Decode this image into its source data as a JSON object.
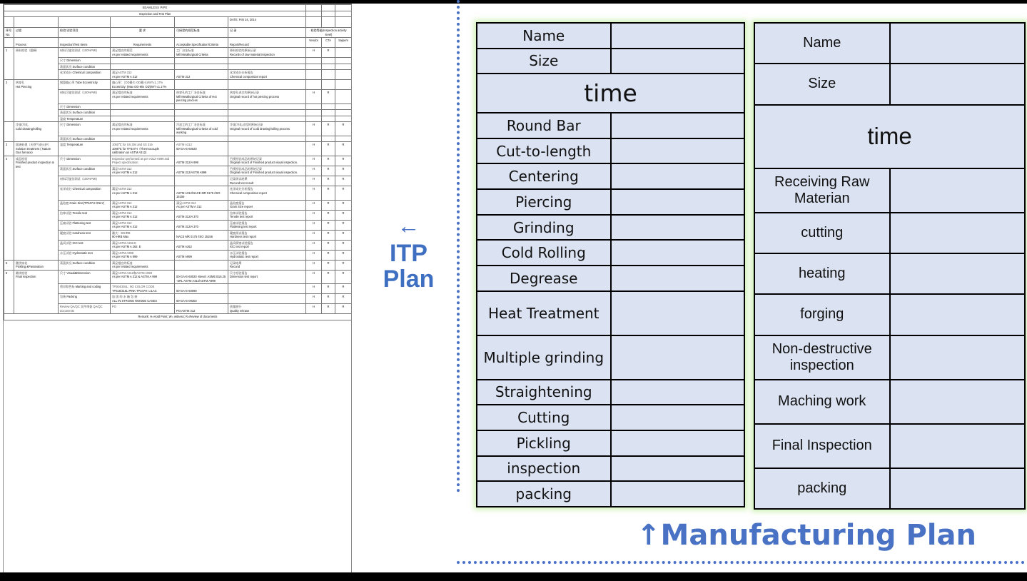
{
  "document": {
    "title_line1": "SEAMLESS PIPE",
    "title_line2": "Inspection and Test Plan",
    "date": "DATE: Feb 24, 2014",
    "remark": "Remark: H=Hold Point; W= witness; R=Review of documents",
    "headers": {
      "no_cn": "序号",
      "no_en": "No.",
      "process_cn": "过程",
      "process_en": "Process",
      "items_cn": "检验/试验项目",
      "items_en": "Inspection/Test Items",
      "req_cn": "要  求",
      "req_en": "Requirements",
      "spec_cn": "可接受的规范标准",
      "spec_en": "Acceptable Specification/Criteria",
      "record_cn": "记  录",
      "record_en": "Report/Record",
      "activity": "检验等级(Inspection activity level)",
      "vendor": "Vendor",
      "cta": "CTA",
      "saipem": "Saipem"
    },
    "rows": [
      {
        "no": "1",
        "process_cn": "原料检验（圆棒）",
        "process_en": "",
        "sub": [
          {
            "item_cn": "材料可鉴别测试（100%PMI)",
            "item_en": "",
            "req_cn": "满足相应的规范",
            "req_en": "As per related requirements",
            "spec_cn": "工厂冶金标准",
            "spec_en": "Mill Metallurgical Criteria",
            "rec_cn": "原料检验的原始记录",
            "rec_en": "Records of raw material inspection",
            "v": "H",
            "c": "R",
            "s": ""
          },
          {
            "item_cn": "尺寸",
            "item_en": "Dimension",
            "req_cn": "",
            "req_en": "",
            "spec_cn": "",
            "spec_en": "",
            "rec_cn": "",
            "rec_en": "",
            "v": "",
            "c": "",
            "s": ""
          },
          {
            "item_cn": "表面状况",
            "item_en": "Surface condition",
            "req_cn": "",
            "req_en": "",
            "spec_cn": "",
            "spec_en": "",
            "rec_cn": "",
            "rec_en": "",
            "v": "",
            "c": "",
            "s": ""
          },
          {
            "item_cn": "化学成分",
            "item_en": "Chemical composition",
            "req_cn": "满足ASTM 312",
            "req_en": "As per ASTM A 312",
            "spec_cn": "",
            "spec_en": "ASTM 312",
            "rec_cn": "化学成分分析报告",
            "rec_en": "Chemical composition report",
            "v": "",
            "c": "",
            "s": ""
          }
        ]
      },
      {
        "no": "2",
        "process_cn": "热穿孔",
        "process_en": "Hot Piercing",
        "sub": [
          {
            "item_cn": "钢管偏心率",
            "item_en": "Tube Eccentricity",
            "req_cn": "偏心率：（OD最大-OD最小)/WT≤1.17%",
            "req_en": "Eccetricity: (Max OD-Min OD)/WT ≤1.17%",
            "spec_cn": "",
            "spec_en": "",
            "rec_cn": "",
            "rec_en": "",
            "v": "",
            "c": "",
            "s": ""
          },
          {
            "item_cn": "材料可鉴别测试（100%PMI)",
            "item_en": "",
            "req_cn": "满足相应的标准",
            "req_en": "As per related requirements",
            "spec_cn": "热穿孔的工厂冶金标准",
            "spec_en": "Mill Metallurgical Criteria of Hot piercing process",
            "rec_cn": "热穿孔进次的原始记录",
            "rec_en": "Original record of hot piercing process",
            "v": "H",
            "c": "R",
            "s": ""
          },
          {
            "item_cn": "尺寸",
            "item_en": "Dimension",
            "req_cn": "",
            "req_en": "",
            "spec_cn": "",
            "spec_en": "",
            "rec_cn": "",
            "rec_en": "",
            "v": "",
            "c": "",
            "s": ""
          },
          {
            "item_cn": "表面状况",
            "item_en": "Surface condition",
            "req_cn": "",
            "req_en": "",
            "spec_cn": "",
            "spec_en": "",
            "rec_cn": "",
            "rec_en": "",
            "v": "",
            "c": "",
            "s": ""
          },
          {
            "item_cn": "温度",
            "item_en": "Temperature",
            "req_cn": "",
            "req_en": "",
            "spec_cn": "",
            "spec_en": "",
            "rec_cn": "",
            "rec_en": "",
            "v": "",
            "c": "",
            "s": ""
          }
        ]
      },
      {
        "no": "",
        "process_cn": "冷拔/冷轧",
        "process_en": "Cold drawing/rolling",
        "sub": [
          {
            "item_cn": "尺寸",
            "item_en": "Dimension",
            "req_cn": "满足相应的标准",
            "req_en": "As per related requirements",
            "spec_cn": "冷加工的工厂冶金标准",
            "spec_en": "Mill Metallurgical Criteria of cold working",
            "rec_cn": "冷拔/冷轧过程的原始记录",
            "rec_en": "Original record of Cold drawing/rolling process",
            "v": "H",
            "c": "R",
            "s": "R"
          },
          {
            "item_cn": "表面状况",
            "item_en": "Surface condition",
            "req_cn": "",
            "req_en": "",
            "spec_cn": "",
            "spec_en": "",
            "rec_cn": "",
            "rec_en": "",
            "v": "",
            "c": "",
            "s": ""
          }
        ]
      },
      {
        "no": "3",
        "process_cn": "固溶处理（天然气退火炉）",
        "process_en": "Solution treatment ( Nature Gas furnace)",
        "sub": [
          {
            "item_cn": "温度",
            "item_en": "Temperature",
            "req_cn": "1050℃ for SS 304 and SS 316",
            "req_en": "1095℃ for TP347H（Thermocouple calibration as ASTM A312)",
            "spec_cn": "ASTM A312",
            "spec_en": "00-GA-E-60020",
            "rec_cn": "",
            "rec_en": "",
            "v": "H",
            "c": "R",
            "s": "R"
          }
        ]
      },
      {
        "no": "4",
        "process_cn": "成品检验",
        "process_en": "Finished product inspection & test",
        "sub": [
          {
            "item_cn": "尺寸",
            "item_en": "Dimension",
            "req_cn": "Inspection performed as per A312-A999 and Project specification.",
            "req_en": "",
            "spec_cn": "",
            "spec_en": "ASTM 312/A 999",
            "rec_cn": "目视检验成品的原始记录",
            "rec_en": "Original record of Finished product visual inspection.",
            "v": "H",
            "c": "R",
            "s": "R"
          },
          {
            "item_cn": "表面状况",
            "item_en": "Surface condition",
            "req_cn": "满足ASTM 312",
            "req_en": "As per ASTM A 312",
            "spec_cn": "",
            "spec_en": "ASTM 312/ASTM A999",
            "rec_cn": "目视检验成品的原始记录",
            "rec_en": "Original record of Finished product visual inspection.",
            "v": "H",
            "c": "R",
            "s": "R"
          },
          {
            "item_cn": "材料可鉴别测试（100%PMI)",
            "item_en": "",
            "req_cn": "",
            "req_en": "",
            "spec_cn": "",
            "spec_en": "",
            "rec_cn": "记录测试结果",
            "rec_en": "Recond test result",
            "v": "H",
            "c": "R",
            "s": "R"
          },
          {
            "item_cn": "化学成分",
            "item_en": "Chemical composition",
            "req_cn": "满足ASTM 312",
            "req_en": "As per ASTM A 312",
            "spec_cn": "",
            "spec_en": "ASTM A312/NACE MR 0175 /ISO 15156",
            "rec_cn": "化学成分分析报告",
            "rec_en": "Chemical composition report",
            "v": "H",
            "c": "R",
            "s": "R"
          },
          {
            "item_cn": "晶粒度",
            "item_en": "Grain Size(TP347H ONLY)",
            "req_cn": "满足ASTM 312",
            "req_en": "As per ASTM A 312",
            "spec_cn": "满足ASTM 312",
            "spec_en": "As per ASTM A 312",
            "rec_cn": "晶粒度报告",
            "rec_en": "Grain Size repoet",
            "v": "H",
            "c": "R",
            "s": "R"
          },
          {
            "item_cn": "拉伸试验",
            "item_en": "Tensile test",
            "req_cn": "满足ASTM 312",
            "req_en": "As per ASTM A 312",
            "spec_cn": "",
            "spec_en": "ASTM 312/A 370",
            "rec_cn": "拉伸试验报告",
            "rec_en": "Tensile test report",
            "v": "H",
            "c": "R",
            "s": "R"
          },
          {
            "item_cn": "压扁试验",
            "item_en": "Flattening test",
            "req_cn": "满足ASTM 312",
            "req_en": "As per ASTM A 312",
            "spec_cn": "",
            "spec_en": "ASTM 312/A 370",
            "rec_cn": "压扁试验报告",
            "rec_en": "Flattening test report",
            "v": "H",
            "c": "R",
            "s": "R"
          },
          {
            "item_cn": "硬度试验",
            "item_en": "Hardness test",
            "req_cn": "最大：90HRB",
            "req_en": "90 HRB Max",
            "spec_cn": "",
            "spec_en": "NACE MR 0175 /ISO 15156",
            "rec_cn": "硬度测试报告",
            "rec_en": "Hardness test report",
            "v": "H",
            "c": "R",
            "s": "R"
          },
          {
            "item_cn": "晶间试验",
            "item_en": "IGC test",
            "req_cn": "满足ASTM A262.E",
            "req_en": "As per ASTM A 262. E",
            "spec_cn": "",
            "spec_en": "ASTM A262",
            "rec_cn": "晶间腐蚀试验报告",
            "rec_en": "IGC test report",
            "v": "H",
            "c": "R",
            "s": "R"
          },
          {
            "item_cn": "水压试验",
            "item_en": "Hydrostatic test",
            "req_cn": "满足ASTM A999",
            "req_en": "As per ASTM A 999",
            "spec_cn": "",
            "spec_en": "ASTM A999",
            "rec_cn": "水压试验报告",
            "rec_en": "Hydrostatic test report",
            "v": "H",
            "c": "R",
            "s": "R"
          }
        ]
      },
      {
        "no": "5",
        "process_cn": "酸洗钝化",
        "process_en": "Pickling &Passivation",
        "sub": [
          {
            "item_cn": "表面状况",
            "item_en": "Surface condition",
            "req_cn": "满足相应的标准",
            "req_en": "As per related requirements",
            "spec_cn": "",
            "spec_en": "",
            "rec_cn": "记录结果",
            "rec_en": "Recond",
            "v": "H",
            "c": "R",
            "s": "R"
          }
        ]
      },
      {
        "no": "6",
        "process_cn": "最终检验",
        "process_en": "Final inspection",
        "sub": [
          {
            "item_cn": "尺寸",
            "item_en": "Visual&Dimension",
            "req_cn": "满足ASTM A312和ASTM A999",
            "req_en": "As per ASTM A 312 & ASTM A 999",
            "spec_cn": "",
            "spec_en": "00-GA-E-60020 -Bevel: ASME B16.25 -SRL ASTM A312/ASTM A999",
            "rec_cn": "尺寸检验报告",
            "rec_en": "Dimension test report",
            "v": "H",
            "c": "R",
            "s": "R"
          },
          {
            "item_cn": "喷印和色标",
            "item_en": "Marking and coding",
            "req_cn": "TP304/304L: NO COLOR CODE",
            "req_en": "TP316/316L:PINK  TP347H: LILAC",
            "spec_cn": "",
            "spec_en": "00-GA-E-60090",
            "rec_cn": "",
            "rec_en": "",
            "v": "H",
            "c": "R",
            "s": "R"
          },
          {
            "item_cn": "包装",
            "item_en": "Packing",
            "req_cn": "加 固 的 水 箱 包 装",
            "req_en": "ALL IN STRONG WOODE CASES",
            "spec_cn": "",
            "spec_en": "00-GA-E-09303",
            "rec_cn": "",
            "rec_en": "",
            "v": "H",
            "c": "R",
            "s": "R"
          },
          {
            "item_cn": "Review QA/QC 文件审查 QA/QC documents",
            "item_en": "",
            "req_cn": "PO",
            "req_en": "",
            "spec_cn": "",
            "spec_en": "PO;ASTM 312",
            "rec_cn": "质量放行",
            "rec_en": "Quality release",
            "v": "H",
            "c": "R",
            "s": "R"
          }
        ]
      }
    ]
  },
  "labels": {
    "itp_arrow": "←",
    "itp_line1": "ITP",
    "itp_line2": "Plan",
    "manufacturing": "↑Manufacturing Plan",
    "accent_color": "#4a72c4"
  },
  "process_tables": {
    "left": {
      "header_rows": [
        {
          "label": "Name",
          "value": ""
        },
        {
          "label": "Size",
          "value": ""
        }
      ],
      "span_row": "time",
      "steps": [
        {
          "label": "Round Bar",
          "value": ""
        },
        {
          "label": "Cut-to-length",
          "value": ""
        },
        {
          "label": "Centering",
          "value": ""
        },
        {
          "label": "Piercing",
          "value": ""
        },
        {
          "label": "Grinding",
          "value": ""
        },
        {
          "label": "Cold Rolling",
          "value": ""
        },
        {
          "label": "Degrease",
          "value": ""
        },
        {
          "label": "Heat Treatment",
          "value": ""
        },
        {
          "label": "Multiple grinding",
          "value": ""
        },
        {
          "label": "Straightening",
          "value": ""
        },
        {
          "label": "Cutting",
          "value": ""
        },
        {
          "label": "Pickling",
          "value": ""
        },
        {
          "label": "inspection",
          "value": ""
        },
        {
          "label": "packing",
          "value": ""
        }
      ]
    },
    "right": {
      "header_rows": [
        {
          "label": "Name",
          "value": ""
        },
        {
          "label": "Size",
          "value": ""
        }
      ],
      "span_row": "time",
      "steps": [
        {
          "label": "Receiving Raw Materian",
          "value": ""
        },
        {
          "label": "cutting",
          "value": ""
        },
        {
          "label": "heating",
          "value": ""
        },
        {
          "label": "forging",
          "value": ""
        },
        {
          "label": "Non-destructive inspection",
          "value": ""
        },
        {
          "label": "Maching work",
          "value": ""
        },
        {
          "label": "Final Inspection",
          "value": ""
        },
        {
          "label": "packing",
          "value": ""
        }
      ]
    }
  },
  "theme": {
    "cell_fill": "#dbe2f2",
    "cell_border": "#000000",
    "glow": "#a8e678"
  }
}
